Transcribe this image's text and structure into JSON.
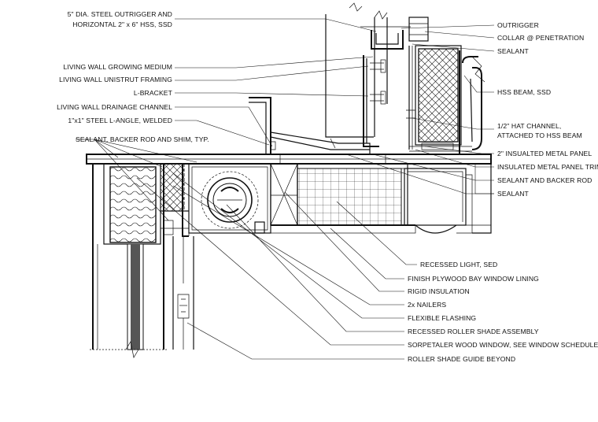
{
  "labels_left": [
    "5\" DIA. STEEL OUTRIGGER AND",
    "HORIZONTAL 2\" x 6\" HSS, SSD",
    "LIVING WALL GROWING MEDIUM",
    "LIVING WALL UNISTRUT FRAMING",
    "L-BRACKET",
    "LIVING WALL DRAINAGE CHANNEL",
    "1\"x1\" STEEL L-ANGLE, WELDED",
    "SEALANT, BACKER ROD AND SHIM, TYP."
  ],
  "labels_right_top": [
    "OUTRIGGER",
    "COLLAR @ PENETRATION",
    "SEALANT",
    "HSS BEAM, SSD",
    "1/2\" HAT CHANNEL,",
    "ATTACHED TO HSS BEAM",
    "2\" INSUALTED METAL PANEL",
    "INSULATED METAL PANEL TRIM",
    "SEALANT AND BACKER ROD",
    "SEALANT"
  ],
  "labels_right_bottom": [
    "RECESSED LIGHT, SED",
    "FINISH PLYWOOD BAY WINDOW LINING",
    "RIGID INSULATION",
    "2x NAILERS",
    "FLEXIBLE FLASHING",
    "RECESSED ROLLER SHADE ASSEMBLY",
    "SORPETALER WOOD WINDOW, SEE WINDOW SCHEDULE",
    "ROLLER SHADE GUIDE BEYOND"
  ]
}
